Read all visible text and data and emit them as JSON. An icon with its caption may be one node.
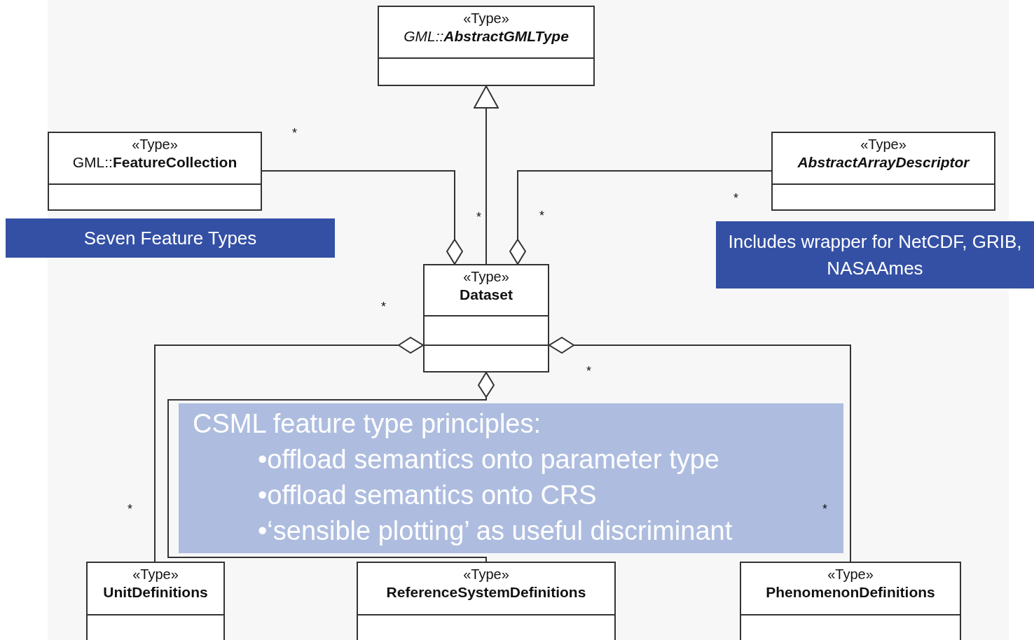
{
  "diagram": {
    "nodes": [
      {
        "text": [
          "«Type»",
          "GML::**AbstractGMLType**"
        ]
      },
      {
        "text": [
          "«Type»",
          "GML::**FeatureCollection**"
        ]
      },
      {
        "text": [
          "«Type»",
          "AbstractArrayDescriptor"
        ]
      },
      {
        "text": [
          "Seven Feature Types"
        ]
      },
      {
        "text": [
          "Includes wrapper for NetCDF, GRIB, NASAAmes"
        ]
      },
      {
        "text": [
          "«Type»",
          "Dataset"
        ]
      },
      {
        "text": [
          "CSML feature type principles:",
          "•offload semantics onto parameter type",
          "•offload semantics onto CRS",
          "•‘sensible plotting’ as useful discriminant"
        ]
      },
      {
        "text": [
          "«Type»",
          "UnitDefinitions"
        ]
      },
      {
        "text": [
          "«Type»",
          "ReferenceSystemDefinitions"
        ]
      },
      {
        "text": [
          "«Type»",
          "PhenomenonDefinitions"
        ]
      }
    ],
    "edges": [
      {
        "from": 5,
        "to": 0,
        "arrow": "to"
      },
      {
        "from": 5,
        "to": 1,
        "arrow": "other"
      },
      {
        "from": 5,
        "to": 2,
        "arrow": "other"
      },
      {
        "from": 5,
        "to": 7,
        "arrow": "other"
      },
      {
        "from": 5,
        "to": 9,
        "arrow": "other"
      },
      {
        "from": 5,
        "to": 8,
        "arrow": "other"
      }
    ],
    "labels": [
      "*",
      "*",
      "*",
      "*",
      "*",
      "*",
      "*",
      "*"
    ]
  }
}
